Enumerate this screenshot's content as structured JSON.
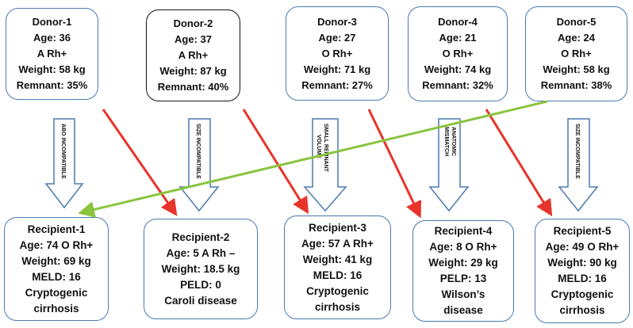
{
  "donors": [
    {
      "lines": [
        "Donor-1",
        "Age: 36",
        "A Rh+",
        "Weight: 58 kg",
        "Remnant: 35%"
      ]
    },
    {
      "lines": [
        "Donor-2",
        "Age: 37",
        "A Rh+",
        "Weight: 87 kg",
        "Remnant: 40%"
      ]
    },
    {
      "lines": [
        "Donor-3",
        "Age: 27",
        "O Rh+",
        "Weight: 71 kg",
        "Remnant: 27%"
      ]
    },
    {
      "lines": [
        "Donor-4",
        "Age: 21",
        "O Rh+",
        "Weight: 74 kg",
        "Remnant: 32%"
      ]
    },
    {
      "lines": [
        "Donor-5",
        "Age: 24",
        "O Rh+",
        "Weight: 58 kg",
        "Remnant: 38%"
      ]
    }
  ],
  "recipients": [
    {
      "lines": [
        "Recipient-1",
        "Age: 74 O Rh+",
        "Weight: 69 kg",
        "MELD: 16",
        "Cryptogenic",
        "cirrhosis"
      ]
    },
    {
      "lines": [
        "Recipient-2",
        "Age: 5 A Rh –",
        "Weight: 18.5 kg",
        "PELD: 0",
        "Caroli disease"
      ]
    },
    {
      "lines": [
        "Recipient-3",
        "Age: 57 A Rh+",
        "Weight: 41 kg",
        "MELD: 16",
        "Cryptogenic",
        "cirrhosis"
      ]
    },
    {
      "lines": [
        "Recipient-4",
        "Age: 8 O Rh+",
        "Weight: 29 kg",
        "PELP: 13",
        "Wilson’s",
        "disease"
      ]
    },
    {
      "lines": [
        "Recipient-5",
        "Age: 49 O Rh+",
        "Weight: 90 kg",
        "MELD: 16",
        "Cryptogenic",
        "cirrhosis"
      ]
    }
  ],
  "incompatibility_labels": [
    [
      "ABO INCOMPATIBLE"
    ],
    [
      "SIZE INCOMPATIBLE"
    ],
    [
      "SMALL REMNANT",
      "VOLUME"
    ],
    [
      "ANATOMIC",
      "MISMATCH"
    ],
    [
      "SIZE INCOMPATIBLE"
    ]
  ],
  "colors": {
    "box_border": "#4a7ab0",
    "swap_arrow_red": "#e8342a",
    "swap_arrow_green": "#8ac43f",
    "block_arrow_border": "#4a7ab0"
  }
}
